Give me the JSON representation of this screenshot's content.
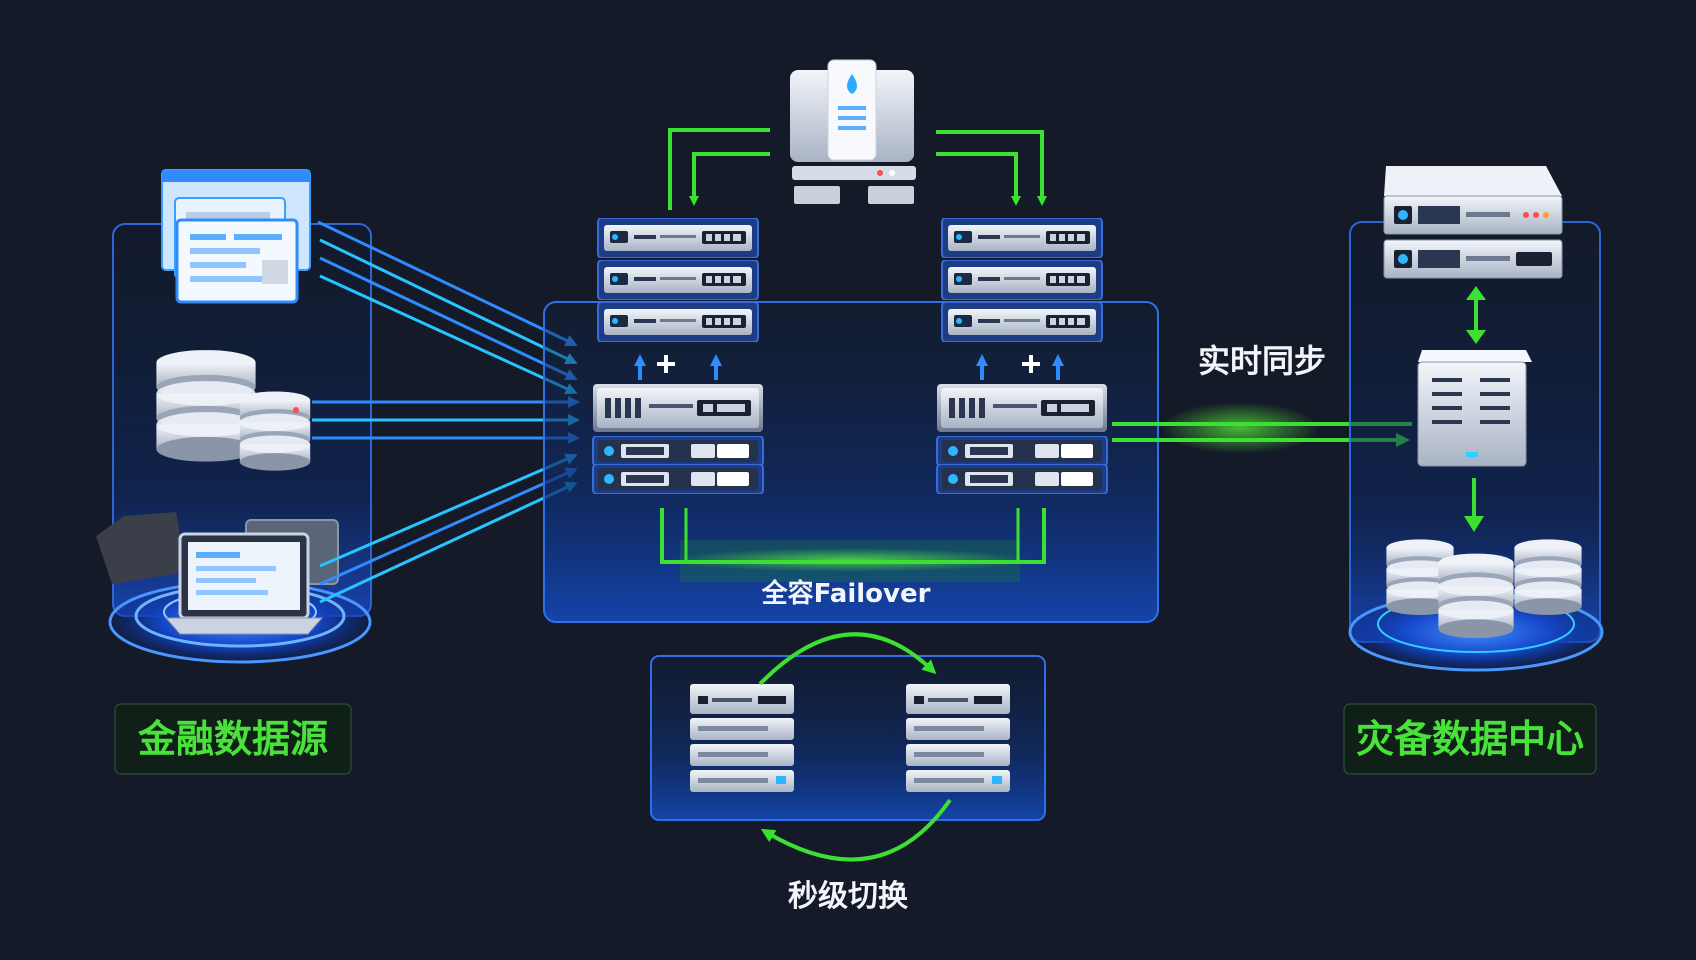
{
  "labels": {
    "source": "金融数据源",
    "backup": "灾备数据中心",
    "sync": "实时同步",
    "failover": "全容Failover",
    "switch": "秒级切换"
  },
  "colors": {
    "background": "#141a28",
    "panel_border": "#2f6fe8",
    "panel_fill": "#0e2a66",
    "green": "#3be032",
    "green_text": "#48e23a",
    "blue_arrow": "#2e8cff",
    "cyan_arrow": "#27c4ff",
    "text_white": "#f2f5fa"
  },
  "icons": {
    "source_items": [
      "document-window-icon",
      "database-icon",
      "laptop-icon"
    ],
    "cluster_items": [
      "server-rack-icon",
      "load-balancer-icon"
    ],
    "center_top": "monitor-server-icon",
    "backup_items": [
      "server-rack-icon",
      "storage-server-icon",
      "database-icon"
    ]
  }
}
